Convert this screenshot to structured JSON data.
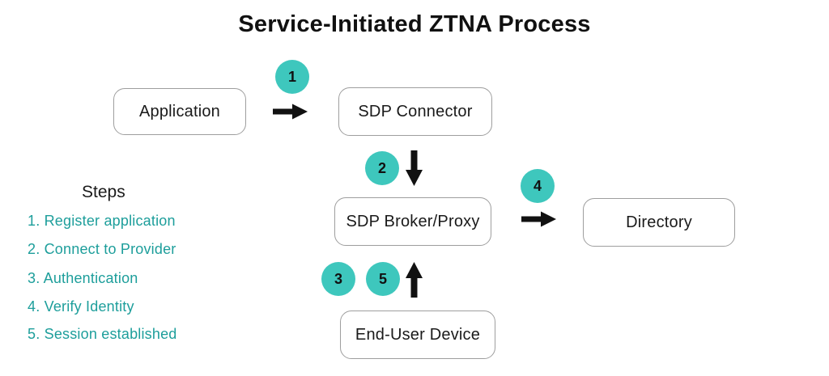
{
  "title": "Service-Initiated ZTNA Process",
  "colors": {
    "badge_fill": "#3ec7bd",
    "steps_text": "#1d9e9b",
    "box_border": "#9e9e9e",
    "arrow": "#111111",
    "node_text": "#1a1a1a"
  },
  "nodes": [
    {
      "id": "application",
      "label": "Application"
    },
    {
      "id": "sdp-connector",
      "label": "SDP Connector"
    },
    {
      "id": "sdp-broker-proxy",
      "label": "SDP Broker/Proxy"
    },
    {
      "id": "directory",
      "label": "Directory"
    },
    {
      "id": "end-user-device",
      "label": "End-User Device"
    }
  ],
  "badges": [
    "1",
    "2",
    "3",
    "4",
    "5"
  ],
  "edges": [
    {
      "from": "Application",
      "to": "SDP Connector",
      "badges": [
        "1"
      ],
      "direction": "right"
    },
    {
      "from": "SDP Connector",
      "to": "SDP Broker/Proxy",
      "badges": [
        "2"
      ],
      "direction": "down"
    },
    {
      "from": "SDP Broker/Proxy",
      "to": "Directory",
      "badges": [
        "4"
      ],
      "direction": "right"
    },
    {
      "from": "End-User Device",
      "to": "SDP Broker/Proxy",
      "badges": [
        "3",
        "5"
      ],
      "direction": "up"
    }
  ],
  "steps": {
    "heading": "Steps",
    "items": [
      "1. Register application",
      "2. Connect to Provider",
      "3. Authentication",
      "4. Verify Identity",
      "5. Session established"
    ]
  }
}
